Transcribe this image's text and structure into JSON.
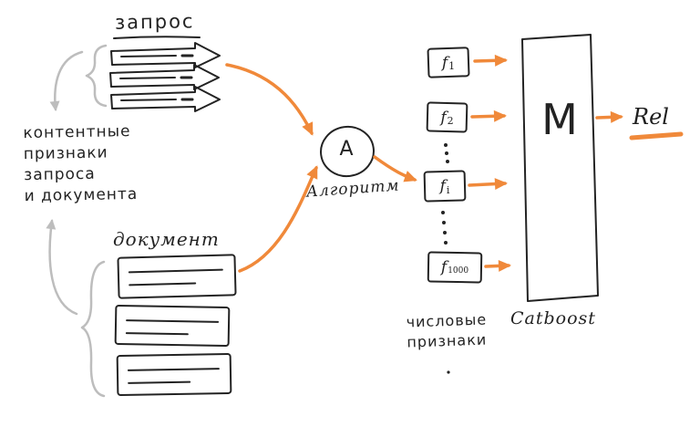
{
  "colors": {
    "ink": "#232323",
    "accent": "#f0893a",
    "gray": "#bdbdbd"
  },
  "labels": {
    "query": "запрос",
    "document": "документ",
    "algorithm_letter": "A",
    "algorithm": "Алгоритм",
    "model_letter": "M",
    "catboost": "Catboost",
    "rel": "Rel"
  },
  "content_features": {
    "line1": "контентные",
    "line2": "признаки",
    "line3": "запроса",
    "line4": "и документа"
  },
  "numeric_features": {
    "line1": "числовые",
    "line2": "признаки"
  },
  "features": [
    {
      "base": "f",
      "sub": "1"
    },
    {
      "base": "f",
      "sub": "2"
    },
    {
      "base": "f",
      "sub": "i"
    },
    {
      "base": "f",
      "sub": "1000"
    }
  ]
}
